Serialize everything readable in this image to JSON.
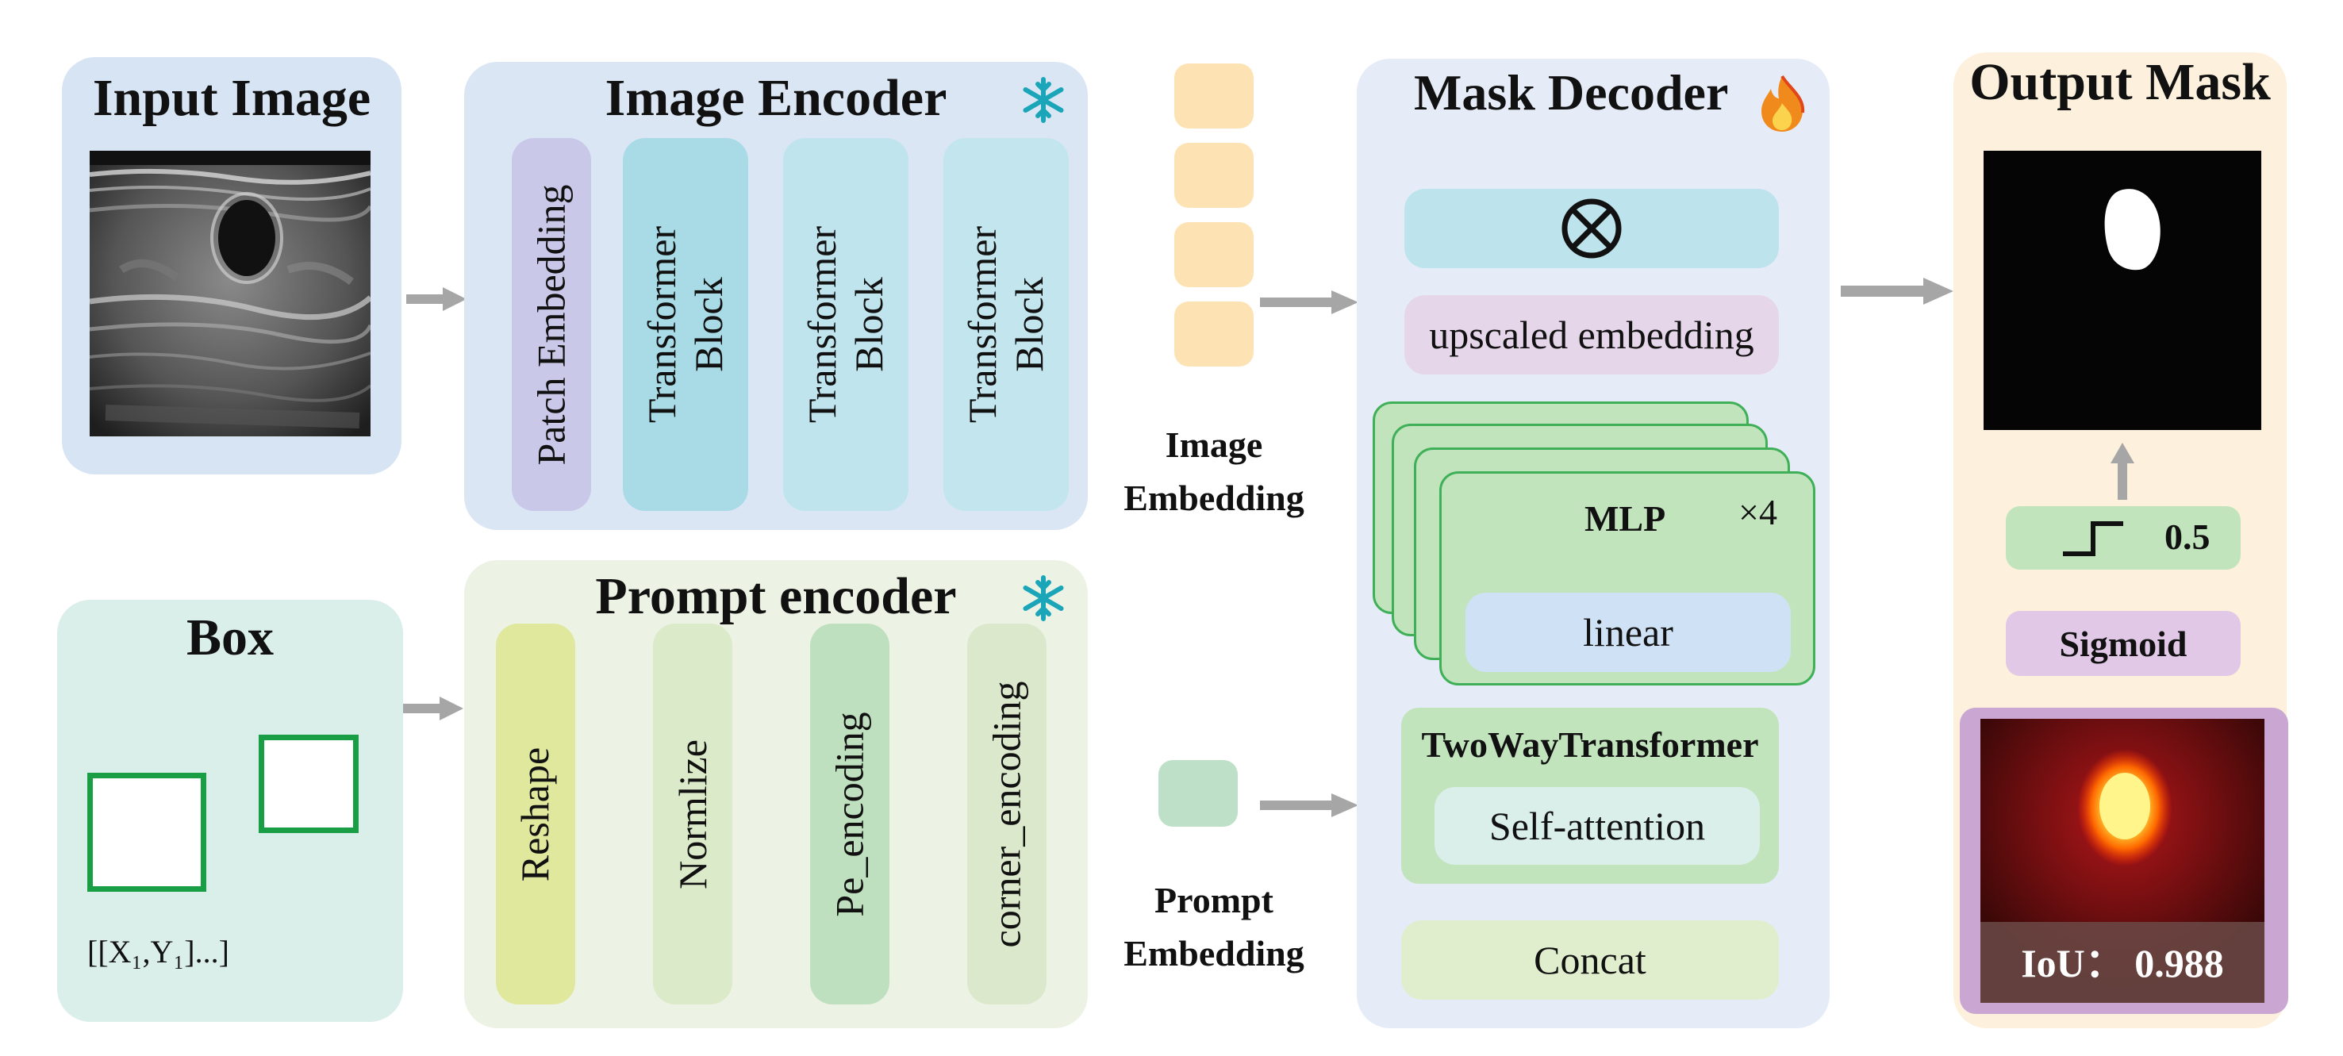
{
  "input_image": {
    "title": "Input Image"
  },
  "image_encoder": {
    "title": "Image Encoder",
    "blocks": [
      "Patch Embedding",
      "Transformer\nBlock",
      "Transformer\nBlock",
      "Transformer\nBlock"
    ]
  },
  "image_embedding": {
    "label": "Image\nEmbedding"
  },
  "mask_decoder": {
    "title": "Mask Decoder",
    "upscaled": "upscaled embedding",
    "mlp": "MLP",
    "repeat": "×4",
    "linear": "linear",
    "twoway": "TwoWayTransformer",
    "self_attention": "Self-attention",
    "concat": "Concat"
  },
  "output_mask": {
    "title": "Output Mask",
    "threshold": "0.5",
    "sigmoid": "Sigmoid",
    "iou": "IoU： 0.988"
  },
  "box": {
    "title": "Box",
    "coords": "[[X₁,Y₁]...]"
  },
  "prompt_encoder": {
    "title": "Prompt encoder",
    "blocks": [
      "Reshape",
      "Normlize",
      "Pe_encoding",
      "corner_encoding"
    ]
  },
  "prompt_embedding": {
    "label": "Prompt\nEmbedding"
  },
  "icons": {
    "frozen": "snowflake-icon",
    "trainable": "flame-icon"
  },
  "colors": {
    "accent_green": "#1a9e45",
    "arrow_gray": "#a6a6a6",
    "snowflake": "#1aa5b8"
  }
}
